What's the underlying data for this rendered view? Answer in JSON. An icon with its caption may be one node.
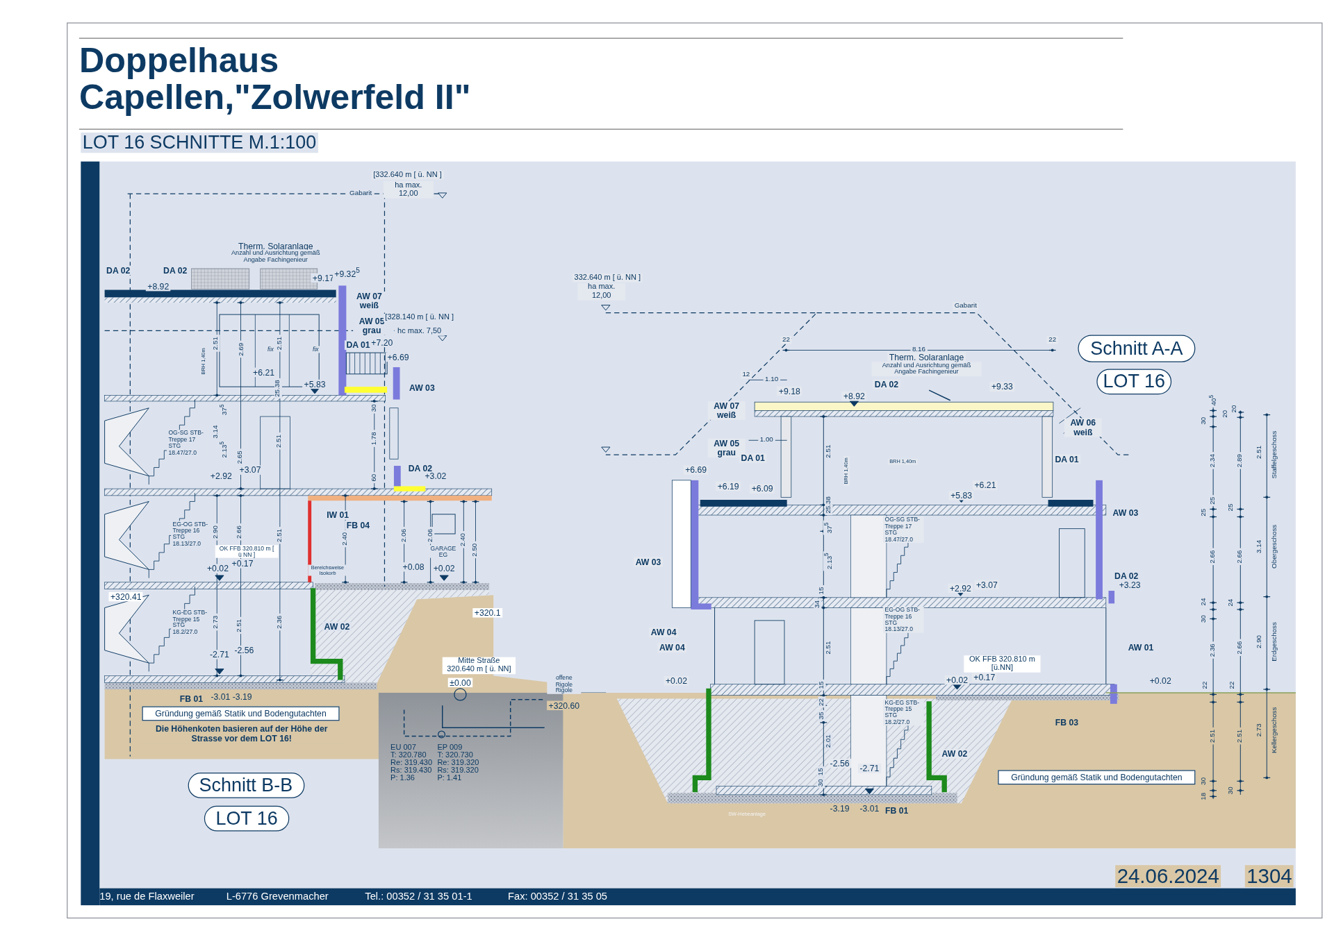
{
  "diagram": {
    "title": "Doppelhaus Capellen,\"Zolwerfeld II\"",
    "nodes": [
      {
        "text": [
          "Schnitt A-A"
        ]
      },
      {
        "text": [
          "LOT 16"
        ]
      },
      {
        "text": [
          "Gründung gemäß Statik und Bodengutachten"
        ]
      },
      {
        "text": [
          "Gründung gemäß Statik und Bodengutachten"
        ]
      },
      {
        "text": [
          "Schnitt B-B"
        ]
      },
      {
        "text": [
          "LOT 16"
        ]
      }
    ],
    "labels": [
      "LOT 16 SCHNITTE M.1:100",
      "[332.640 m [ ü. NN ]",
      "ha max. 12,00",
      "Gabarit",
      "Therm. Solaranlage",
      "Anzahl und Ausrichtung gemäß Angabe Fachingenieur",
      "DA 02",
      "DA 02",
      "+8.92",
      "+9.17",
      "+9.32$^{5}$",
      "AW 07 weiß",
      "AW 05 grau",
      "[328.140 m [ ü. NN ]",
      "hc max. 7,50",
      "DA 01",
      "+7.20",
      "+6.69",
      "AW 03",
      "BRH 1,40m",
      "2.51",
      "2.69",
      "fix",
      "2.51",
      "fix",
      "+6.21",
      "+5.83",
      "37$^{5}$",
      "3.14",
      "2.13$^{5}$",
      "2.65",
      "25.38",
      "2.51",
      "30",
      "1.78",
      "60",
      "OG-SG STB-Treppe 17 STG 18.47/27.0",
      "+2.92",
      "+3.07",
      "DA 02",
      "+3.02",
      "IW 01",
      "FB 04",
      "EG-OG STB-Treppe 16 STG 18.13/27.0",
      "2.90",
      "2.66",
      "2.51",
      "2.40",
      "2.06",
      "2.06",
      "GARAGE EG",
      "2.40",
      "2.50",
      "+0.02",
      "+0.17",
      "OK FFB 320.810 m [ ü NN ]",
      "Bereichsweise Isokorb",
      "+0.08",
      "+0.02",
      "+320.41",
      "KG-EG STB-Treppe 15 STG 18.2/27.0",
      "2.73",
      "2.51",
      "2.36",
      "AW 02",
      "+320.1",
      "-2.71",
      "-2.56",
      "FB 01",
      "-3.01 -3.19",
      "Die Höhenkoten basieren auf der Höhe der Strasse vor dem LOT 16!",
      "Mitte Straße 320.640 m [ ü. NN]",
      "±0.00",
      "offene Rigole Rigole",
      "+320.60",
      "EU 007",
      "EP 009",
      "T: 320.780",
      "T: 320.730",
      "Re: 319.430",
      "Re: 319.320",
      "Rs: 319.430",
      "Rs: 319.320",
      "P: 1.36",
      "P: 1.41",
      "332.640 m [ ü. NN ]",
      "ha max. 12,00",
      "Gabarit",
      "22",
      "22",
      "8.16",
      "12",
      "1.10",
      "Therm. Solaranlage",
      "Anzahl und Ausrichtung gemäß Angabe Fachingenieur",
      "DA 02",
      "+9.18",
      "+8.92",
      "+9.33",
      "AW 07 weiß",
      "AW 06 weiß",
      "1.00",
      "AW 05 grau",
      "DA 01",
      "DA 01",
      "2.51",
      "BRH 1,40m",
      "BRH 1,40m",
      "+6.69",
      "+6.19",
      "+6.09",
      "+6.21",
      "+5.83",
      "AW 03",
      "25.38",
      "37$^{5}$",
      "OG-SG STB-Treppe 17 STG 18.47/27.0",
      "2.13$^{5}$",
      "AW 03",
      "DA 02",
      "+3.23",
      "15",
      "+2.92",
      "+3.07",
      "34",
      "EG-OG STB-Treppe 16 STG 18.13/27.0",
      "2.51",
      "AW 04",
      "AW 04",
      "AW 01",
      "OK FFB 320.810 m [ü.NN]",
      "+0.02",
      "+0.02",
      "+0.17",
      "+0.02",
      "15",
      "22",
      "35",
      "KG-EG STB-Treppe 15 STG 18.2/27.0",
      "FB 03",
      "2.01",
      "AW 02",
      "-2.56",
      "-2.71",
      "15",
      "30",
      "-3.19",
      "-3.01",
      "FB 01",
      "SW-Hebeanlage",
      "40$^{5}$",
      "30",
      "2.34",
      "25",
      "25",
      "2.66",
      "24",
      "30",
      "2.36",
      "22",
      "2.51",
      "30",
      "18",
      "20",
      "20",
      "2.89",
      "25",
      "2.66",
      "24",
      "2.66",
      "22",
      "2.51",
      "30",
      "2.51",
      "Staffelgeschoss",
      "3.14",
      "Obergeschoss",
      "2.90",
      "Erdgeschoss",
      "2.73",
      "Kellergeschoss",
      "19, rue de Flaxweiler",
      "L-6776 Grevenmacher",
      "Tel.: 00352 / 31 35 01-1",
      "Fax: 00352 / 31 35 05",
      "24.06.2024",
      "1304"
    ]
  }
}
